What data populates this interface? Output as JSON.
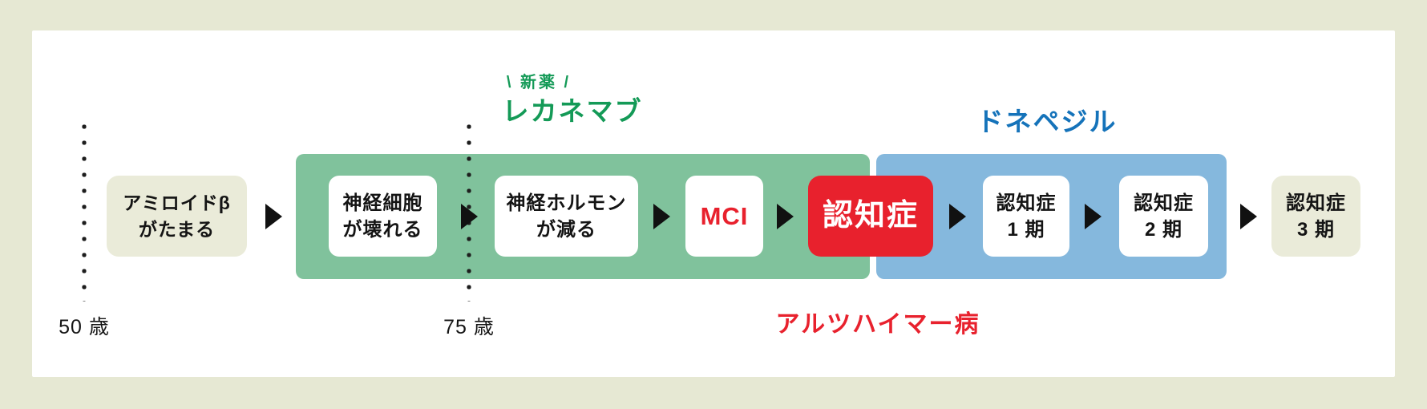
{
  "palette": {
    "background": "#e6e8d3",
    "panel": "#ffffff",
    "lecanemab_zone_green": "#80c29c",
    "donepezil_zone_blue": "#85b8dd",
    "alert_red": "#e8212d",
    "green_text": "#149a57",
    "blue_text": "#1573ba",
    "beige_box": "#eaebd9",
    "text_black": "#141414"
  },
  "timeline": {
    "age_start_label": "50 歳",
    "age_mid_label": "75 歳"
  },
  "drug_labels": {
    "new_drug_banner": "\\ 新薬 /",
    "lecanemab": "レカネマブ",
    "donepezil": "ドネペジル"
  },
  "disease_label": "アルツハイマー病",
  "stages": [
    {
      "id": "amyloid",
      "line1": "アミロイドβ",
      "line2": "がたまる"
    },
    {
      "id": "neuron-damage",
      "line1": "神経細胞",
      "line2": "が壊れる"
    },
    {
      "id": "hormone-decrease",
      "line1": "神経ホルモン",
      "line2": "が減る"
    },
    {
      "id": "mci",
      "line1": "MCI"
    },
    {
      "id": "dementia",
      "line1": "認知症"
    },
    {
      "id": "dementia-stage1",
      "line1": "認知症",
      "line2": "1 期"
    },
    {
      "id": "dementia-stage2",
      "line1": "認知症",
      "line2": "2 期"
    },
    {
      "id": "dementia-stage3",
      "line1": "認知症",
      "line2": "3 期"
    }
  ]
}
